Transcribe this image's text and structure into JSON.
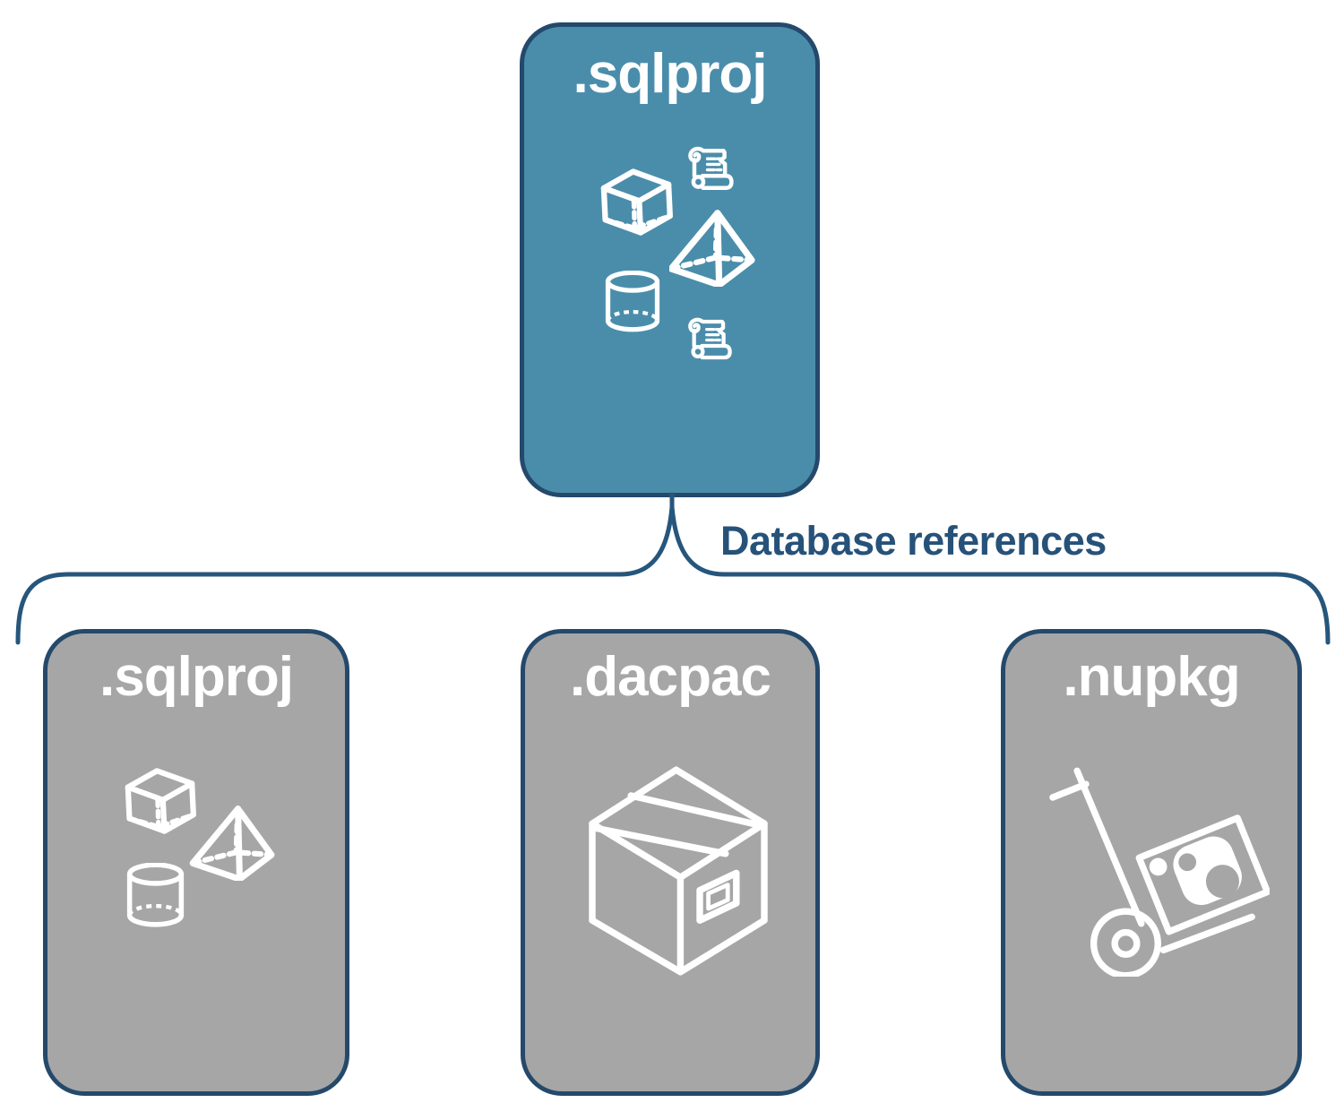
{
  "diagram": {
    "top_node": {
      "label": ".sqlproj",
      "icons": [
        "scroll-icon",
        "cube-icon",
        "pyramid-icon",
        "cylinder-icon",
        "scroll-icon"
      ]
    },
    "connector": {
      "label": "Database references"
    },
    "child_nodes": [
      {
        "label": ".sqlproj",
        "icons": [
          "cube-icon",
          "pyramid-icon",
          "cylinder-icon"
        ]
      },
      {
        "label": ".dacpac",
        "icons": [
          "package-box-icon"
        ]
      },
      {
        "label": ".nupkg",
        "icons": [
          "hand-truck-icon"
        ]
      }
    ]
  },
  "colors": {
    "background": "#ffffff",
    "top_node_fill": "#4a8dab",
    "child_node_fill": "#a6a6a6",
    "node_border": "#24496b",
    "node_label_text": "#ffffff",
    "connector_line": "#26567c",
    "connector_text": "#26527a",
    "icon_stroke": "#ffffff"
  }
}
